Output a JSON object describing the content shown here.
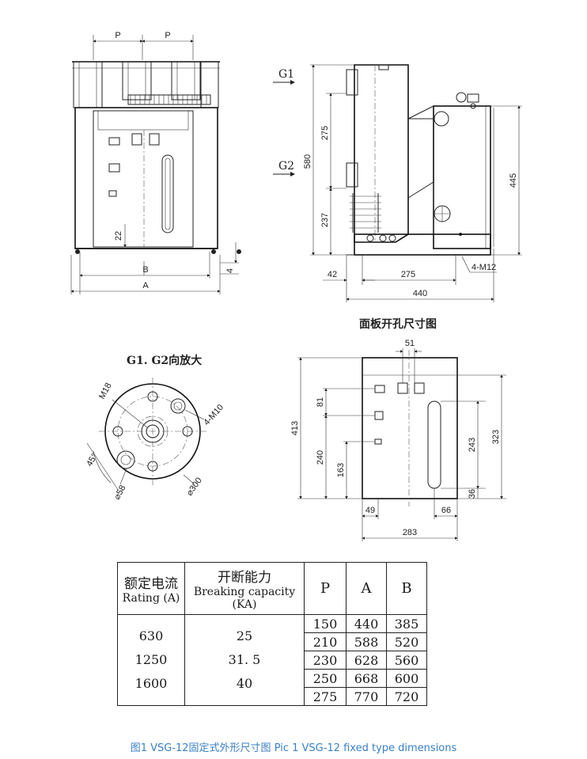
{
  "front_view": {
    "dim_p": "P",
    "dim_a": "A",
    "dim_b": "B",
    "dim_22": "22",
    "dim_4": "4"
  },
  "side_view": {
    "g1": "G1",
    "g2": "G2",
    "dim_275": "275",
    "dim_580": "580",
    "dim_237": "237",
    "dim_445": "445",
    "dim_42": "42",
    "dim_275b": "275",
    "dim_440": "440",
    "bolt": "4-M12"
  },
  "detail_view": {
    "title": "G1. G2向放大",
    "m18": "M18",
    "m10": "4-M10",
    "angle": "45°",
    "d58": "⌀58",
    "d300": "⌀300"
  },
  "panel_view": {
    "title": "面板开孔尺寸图",
    "dim_51": "51",
    "dim_413": "413",
    "dim_81": "81",
    "dim_240": "240",
    "dim_163": "163",
    "dim_243": "243",
    "dim_323": "323",
    "dim_36": "36",
    "dim_49": "49",
    "dim_66": "66",
    "dim_283": "283"
  },
  "table": {
    "col1_cn": "额定电流",
    "col1_en": "Rating (A)",
    "col2_cn": "开断能力",
    "col2_en": "Breaking capacity (KA)",
    "col_p": "P",
    "col_a": "A",
    "col_b": "B",
    "ratings": [
      "630",
      "1250",
      "1600"
    ],
    "capacities": [
      "25",
      "31. 5",
      "40"
    ],
    "rows": [
      [
        "150",
        "440",
        "385"
      ],
      [
        "210",
        "588",
        "520"
      ],
      [
        "230",
        "628",
        "560"
      ],
      [
        "250",
        "668",
        "600"
      ],
      [
        "275",
        "770",
        "720"
      ]
    ]
  },
  "caption": "图1  VSG-12固定式外形尺寸图   Pic 1  VSG-12 fixed type dimensions"
}
